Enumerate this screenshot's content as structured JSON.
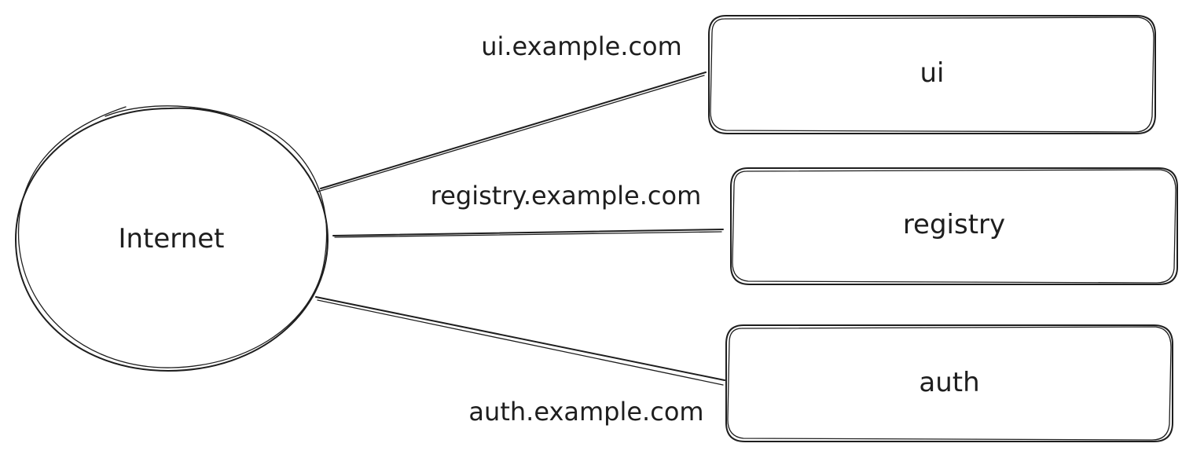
{
  "diagram": {
    "internet": {
      "label": "Internet"
    },
    "services": [
      {
        "label": "ui"
      },
      {
        "label": "registry"
      },
      {
        "label": "auth"
      }
    ],
    "edges": [
      {
        "label": "ui.example.com"
      },
      {
        "label": "registry.example.com"
      },
      {
        "label": "auth.example.com"
      }
    ],
    "colors": {
      "stroke": "#1e1e1e",
      "background": "#ffffff"
    }
  }
}
